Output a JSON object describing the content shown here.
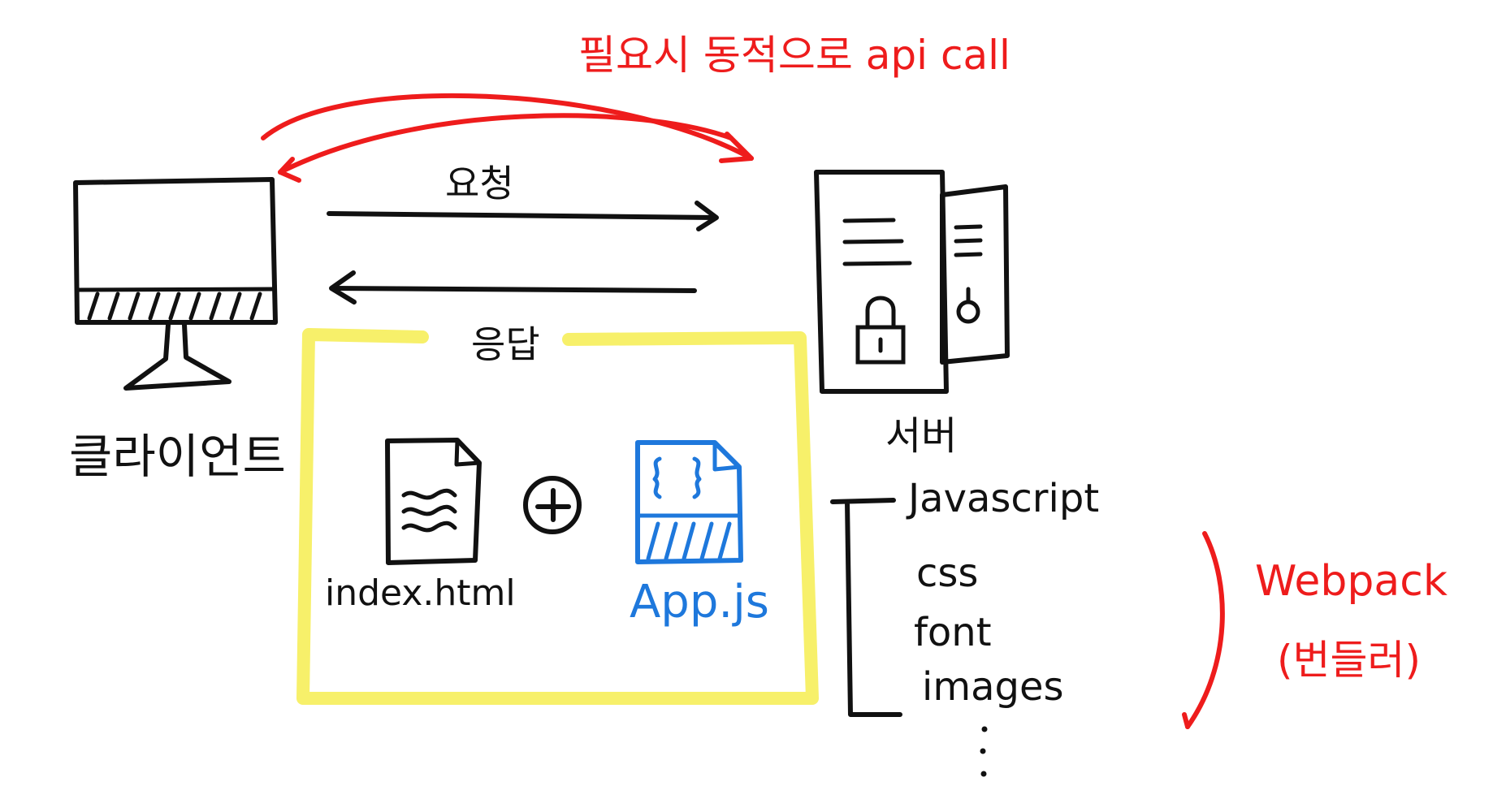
{
  "labels": {
    "top_note": "필요시 동적으로 api call",
    "request": "요청",
    "response": "응답",
    "client": "클라이언트",
    "server": "서버",
    "index_file": "index.html",
    "app_file": "App.js",
    "bundler_title": "Webpack",
    "bundler_subtitle": "(번들러)"
  },
  "assets": [
    "Javascript",
    "css",
    "font",
    "images"
  ],
  "colors": {
    "ink": "#111111",
    "red": "#ee1c1c",
    "blue": "#1e78dc",
    "yellow": "#f7f06a"
  },
  "icons": {
    "client": "monitor-icon",
    "server": "server-icon",
    "index_file": "document-icon",
    "app_file": "js-file-icon",
    "combine": "plus-circle-icon"
  }
}
